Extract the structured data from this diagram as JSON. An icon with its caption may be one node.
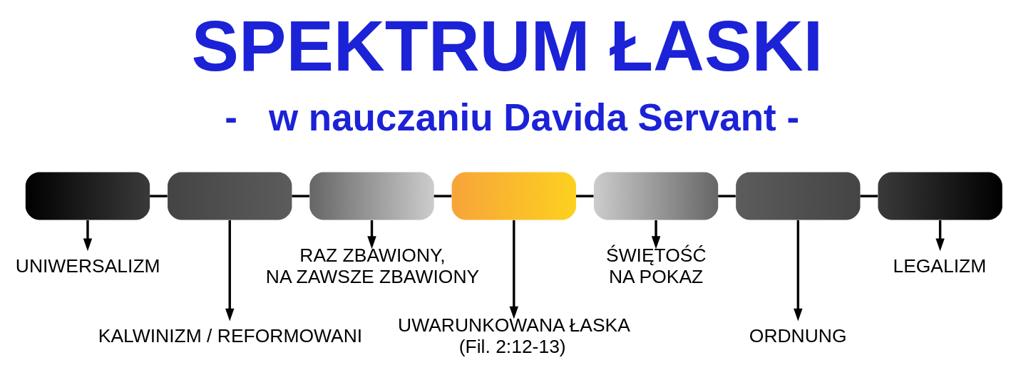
{
  "diagram": {
    "title": "SPEKTRUM ŁASKI",
    "nodes": [
      {
        "text": [],
        "shape": "box"
      },
      {
        "text": [],
        "shape": "box"
      },
      {
        "text": [],
        "shape": "box"
      },
      {
        "text": [],
        "shape": "box"
      },
      {
        "text": [],
        "shape": "box"
      },
      {
        "text": [],
        "shape": "box"
      },
      {
        "text": [],
        "shape": "box"
      },
      {
        "text": [
          "UNIWERSALIZM"
        ]
      },
      {
        "text": [
          "KALWINIZM / REFORMOWANI"
        ]
      },
      {
        "text": [
          "RAZ ZBAWIONY, NA ZAWSZE ZBAWIONY"
        ]
      },
      {
        "text": [
          "UWARUNKOWANA ŁASKA",
          "(Fil. 2:12-13)"
        ]
      },
      {
        "text": [
          "ŚWIĘTOŚĆ NA POKAZ"
        ]
      },
      {
        "text": [
          "ORDNUNG"
        ]
      },
      {
        "text": [
          "LEGALIZM"
        ]
      }
    ],
    "edges": [
      {
        "from": 0,
        "to": 1,
        "arrow": "none"
      },
      {
        "from": 1,
        "to": 2,
        "arrow": "none"
      },
      {
        "from": 2,
        "to": 3,
        "arrow": "none"
      },
      {
        "from": 3,
        "to": 4,
        "arrow": "none"
      },
      {
        "from": 4,
        "to": 5,
        "arrow": "none"
      },
      {
        "from": 5,
        "to": 6,
        "arrow": "none"
      },
      {
        "from": 0,
        "to": 7,
        "arrow": "to"
      },
      {
        "from": 1,
        "to": 8,
        "arrow": "to"
      },
      {
        "from": 2,
        "to": 9,
        "arrow": "to"
      },
      {
        "from": 3,
        "to": 10,
        "arrow": "to"
      },
      {
        "from": 4,
        "to": 11,
        "arrow": "to"
      },
      {
        "from": 5,
        "to": 12,
        "arrow": "to"
      },
      {
        "from": 6,
        "to": 13,
        "arrow": "to"
      }
    ],
    "labels": [
      "-   w nauczaniu Davida Servant -"
    ]
  }
}
